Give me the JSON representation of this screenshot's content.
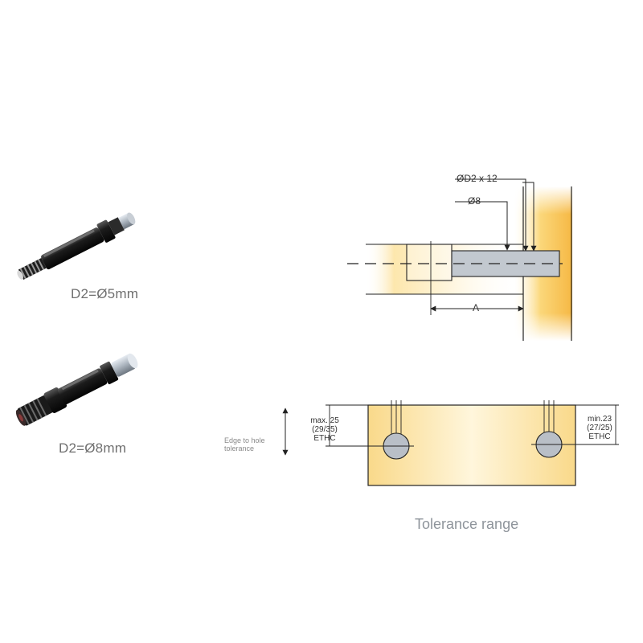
{
  "products": [
    {
      "caption": "D2=Ø5mm"
    },
    {
      "caption": "D2=Ø8mm"
    }
  ],
  "side_view": {
    "label_d2": "ØD2 x 12",
    "label_d8": "Ø8",
    "label_a": "A"
  },
  "tolerance": {
    "left_label": "max. 25 (29/35)",
    "left_sub": "ETHC",
    "right_label": "min.23 (27/25)",
    "right_sub": "ETHC",
    "side_note_1": "Edge to hole",
    "side_note_2": "tolerance",
    "title": "Tolerance range"
  },
  "colors": {
    "wood_light": "#fff6d8",
    "wood_mid": "#fcdc8a",
    "wood_strong": "#f6bb45",
    "hole": "#b9bfc7",
    "line": "#222222"
  }
}
